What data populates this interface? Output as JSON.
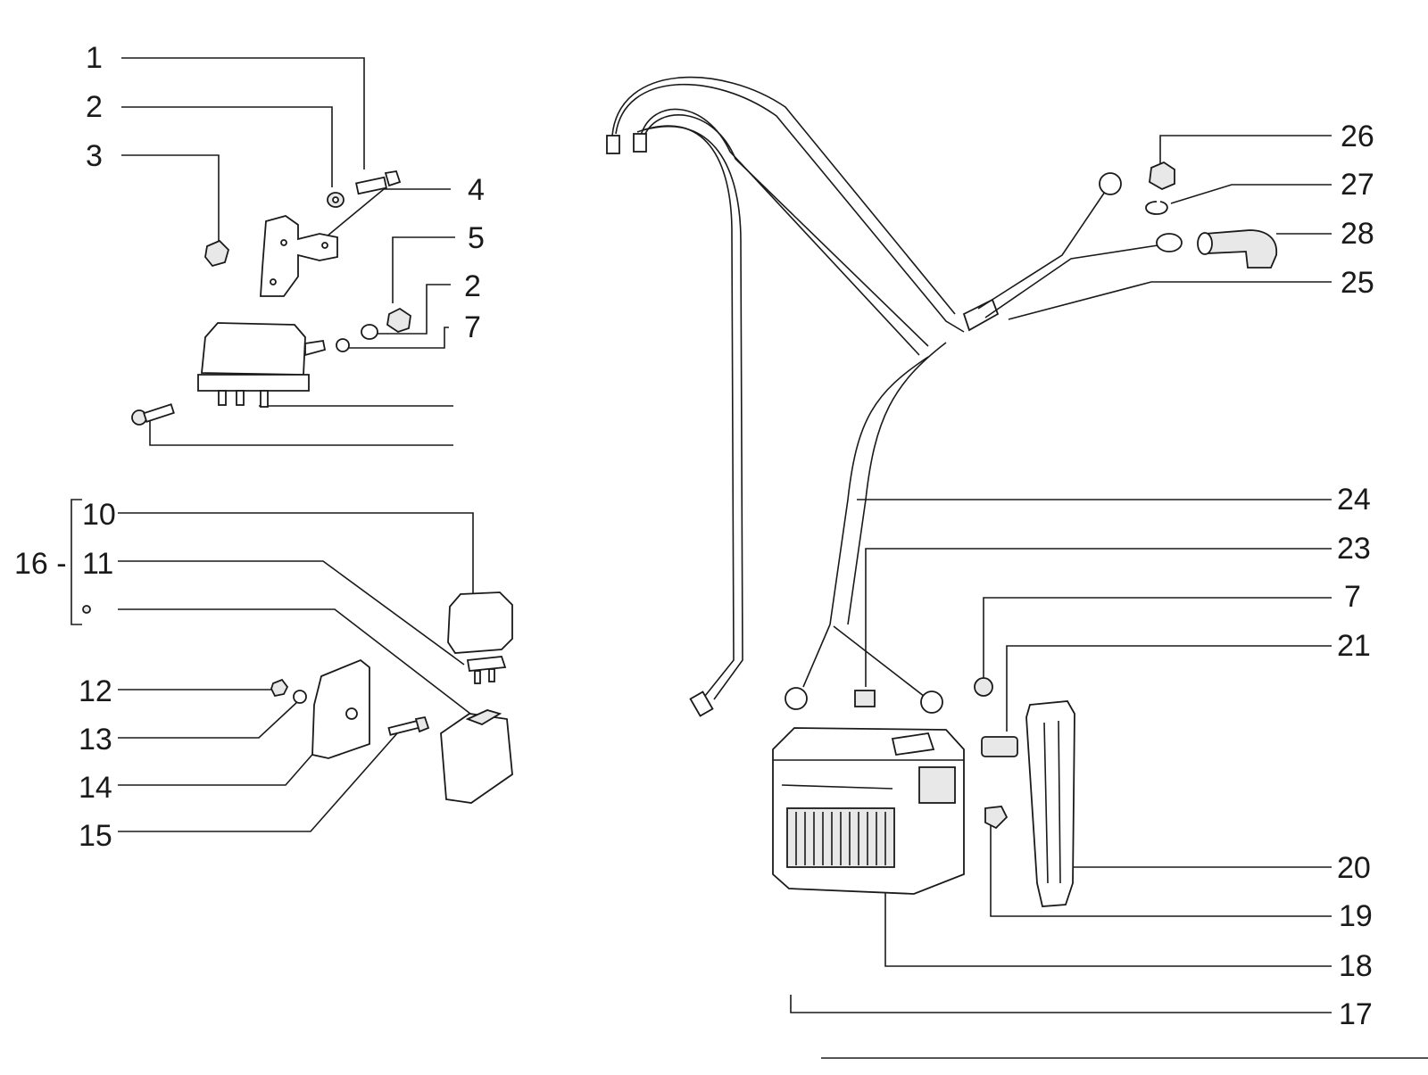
{
  "labels": {
    "l1": "1",
    "l2": "2",
    "l3": "3",
    "l4": "4",
    "l5": "5",
    "l2b": "2",
    "l7": "7",
    "l10": "10",
    "l11": "11",
    "l16": "16 -",
    "l12": "12",
    "l13": "13",
    "l14": "14",
    "l15": "15",
    "l26": "26",
    "l27": "27",
    "l28": "28",
    "l25": "25",
    "l24": "24",
    "l23": "23",
    "l7b": "7",
    "l21": "21",
    "l20": "20",
    "l19": "19",
    "l18": "18",
    "l17": "17"
  }
}
